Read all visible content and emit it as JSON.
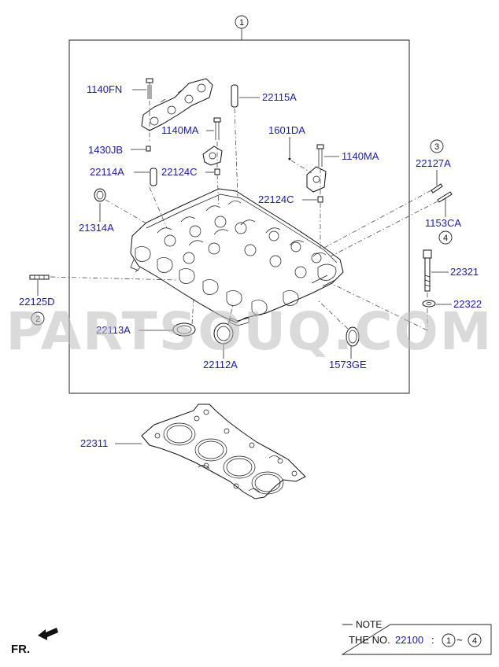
{
  "callouts": {
    "c1": "1",
    "c2": "2",
    "c3": "3",
    "c4": "4"
  },
  "labels": {
    "p1140FN": "1140FN",
    "p22115A": "22115A",
    "p1140MA_a": "1140MA",
    "p1601DA": "1601DA",
    "p1430JB": "1430JB",
    "p1140MA_b": "1140MA",
    "p22114A": "22114A",
    "p22124C_a": "22124C",
    "p22127A": "22127A",
    "p22124C_b": "22124C",
    "p21314A": "21314A",
    "p1153CA": "1153CA",
    "p22321": "22321",
    "p22125D": "22125D",
    "p22322": "22322",
    "p22113A": "22113A",
    "p22112A": "22112A",
    "p1573GE": "1573GE",
    "p22311": "22311"
  },
  "watermark": "PARTSOUQ.COM",
  "note": {
    "title": "NOTE",
    "text": "THE NO.",
    "number": "22100",
    "colon": ":",
    "from": "1",
    "tilde": "~",
    "to": "4"
  },
  "direction": {
    "label": "FR."
  }
}
